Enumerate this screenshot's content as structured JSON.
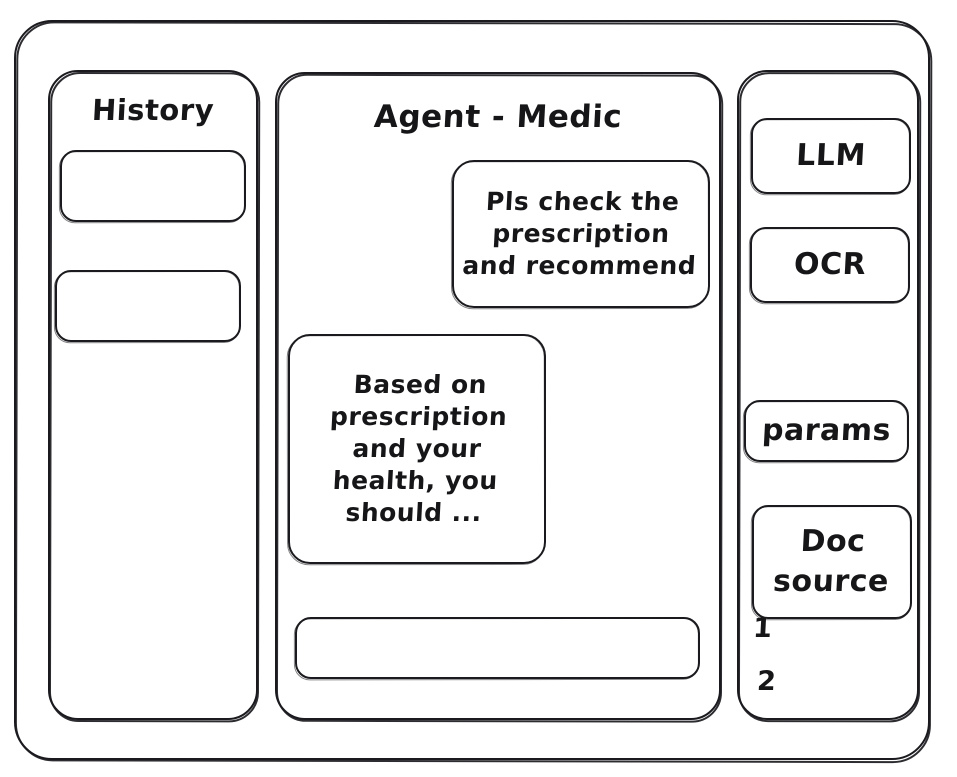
{
  "window": {
    "name": "app-window"
  },
  "history": {
    "title": "History",
    "items": [
      {
        "label": ""
      },
      {
        "label": ""
      }
    ]
  },
  "agent": {
    "title": "Agent - Medic",
    "messages": [
      {
        "role": "user",
        "text": "Pls check the prescription and recommend"
      },
      {
        "role": "assistant",
        "text": "Based on prescription and your health, you should ..."
      }
    ],
    "composer": {
      "value": "",
      "placeholder": ""
    }
  },
  "tools": {
    "buttons": [
      {
        "label": "LLM"
      },
      {
        "label": "OCR"
      },
      {
        "label": "params"
      },
      {
        "label": "Doc source"
      }
    ],
    "doc_source_list": [
      {
        "number": "1"
      },
      {
        "number": "2"
      }
    ]
  },
  "colors": {
    "stroke": "#1b1b1f",
    "text": "#161618",
    "background": "#ffffff"
  }
}
